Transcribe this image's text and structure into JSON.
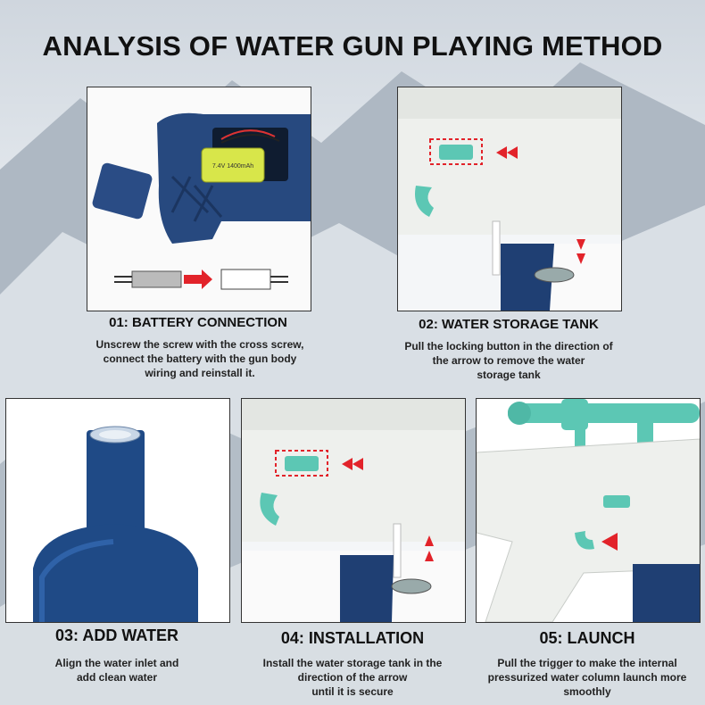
{
  "title": "ANALYSIS OF WATER GUN PLAYING METHOD",
  "steps": [
    {
      "title": "01: BATTERY CONNECTION",
      "desc": [
        "Unscrew the screw with the cross screw,",
        "connect the battery with the gun body",
        "wiring and reinstall it."
      ],
      "battery_label": "7.4V 1400mAh"
    },
    {
      "title": "02: WATER STORAGE TANK",
      "desc": [
        "Pull the locking button in the direction of",
        "the arrow to remove the water",
        "storage tank"
      ]
    },
    {
      "title": "03: ADD WATER",
      "desc": [
        "Align the water inlet and",
        "add clean water"
      ]
    },
    {
      "title": "04: INSTALLATION",
      "desc": [
        "Install the water storage tank in the",
        "direction of the arrow",
        "until it is secure"
      ]
    },
    {
      "title": "05: LAUNCH",
      "desc": [
        "Pull the trigger to make the internal",
        "pressurized water column launch more",
        "smoothly"
      ]
    }
  ],
  "colors": {
    "navy": "#1f3f73",
    "teal": "#5cc7b4",
    "arrow_red": "#e2232a",
    "gun_white": "#eef0ed"
  }
}
